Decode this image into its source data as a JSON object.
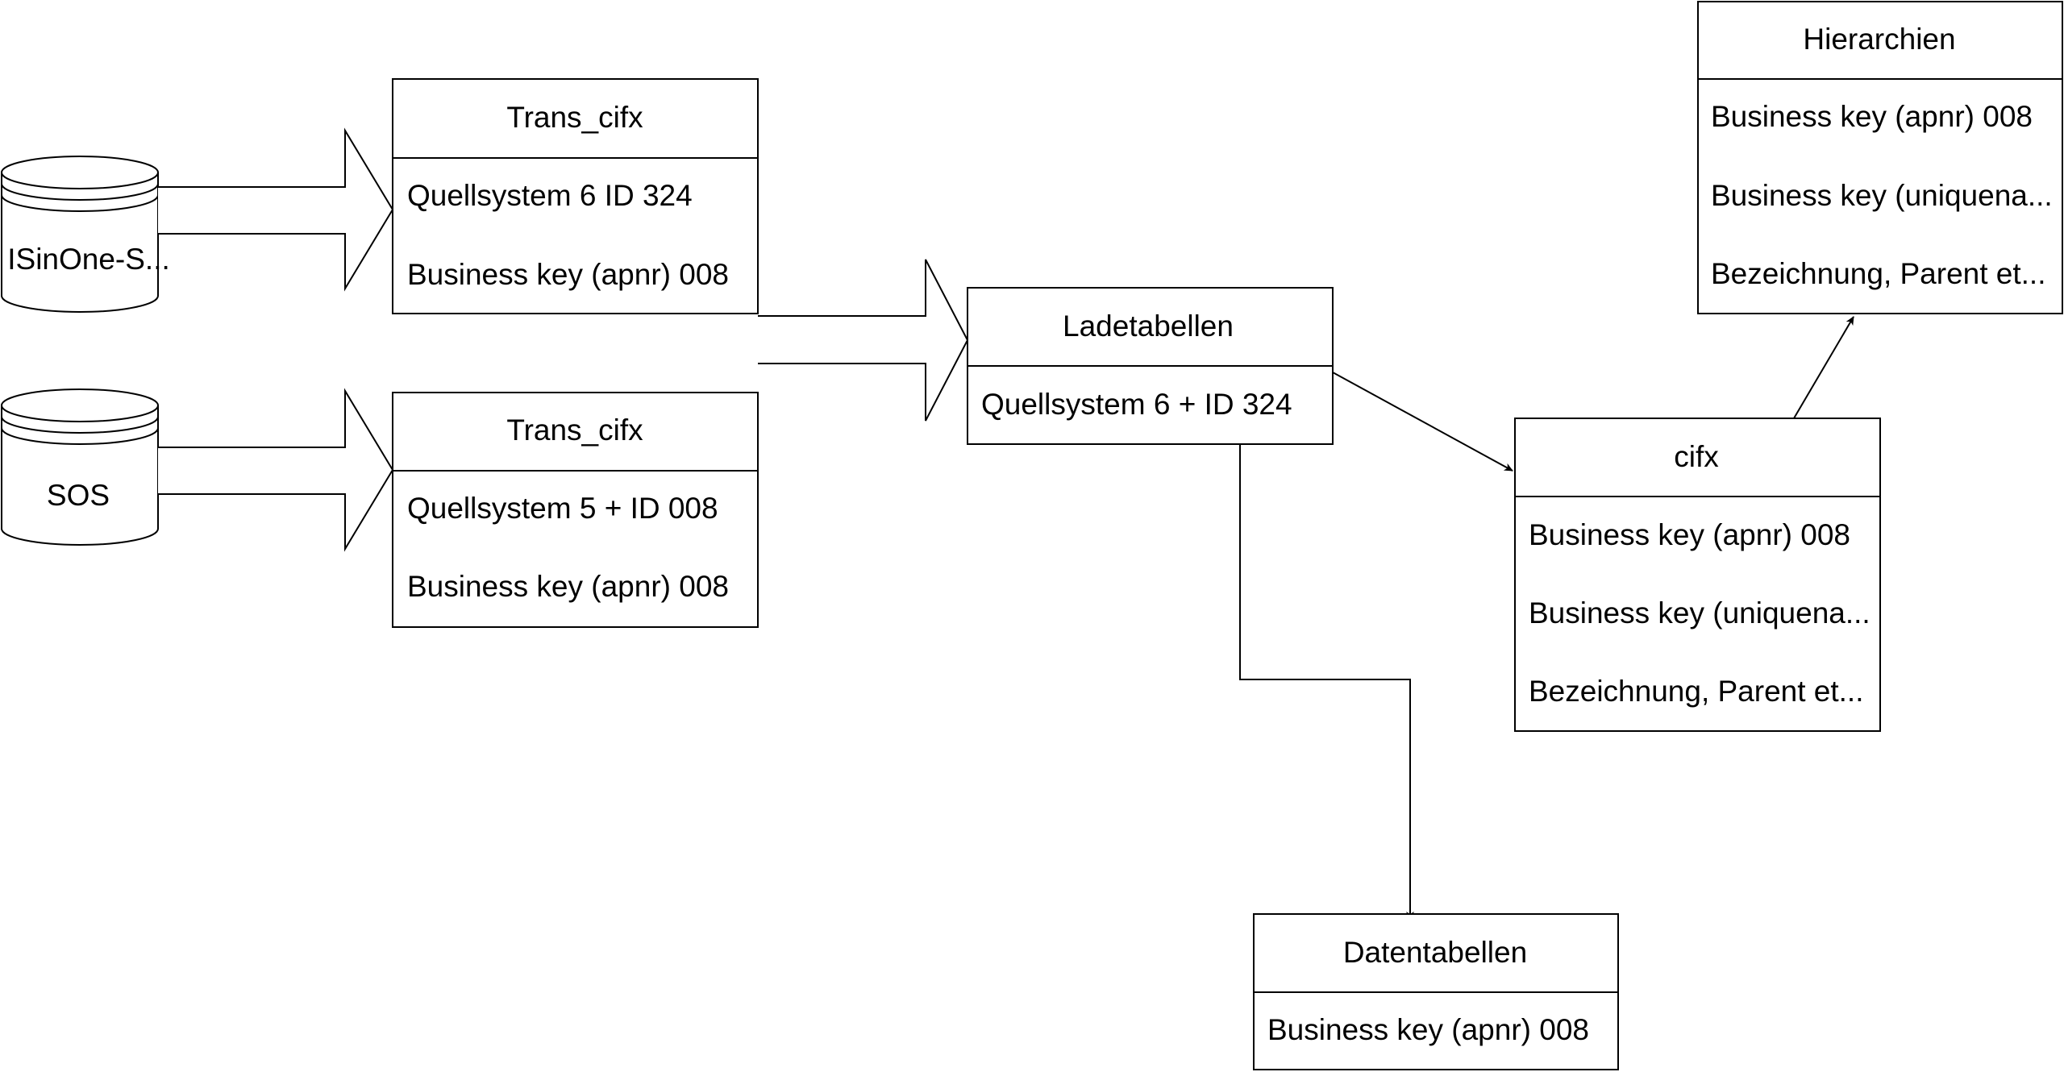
{
  "colors": {
    "stroke": "#000000",
    "fill": "#ffffff",
    "text": "#000000"
  },
  "databases": {
    "isinone": {
      "label": "ISinOne-S..."
    },
    "sos": {
      "label": "SOS"
    }
  },
  "tables": {
    "trans_cifx_1": {
      "title": "Trans_cifx",
      "rows": [
        "Quellsystem 6 ID 324",
        "Business key (apnr) 008"
      ]
    },
    "trans_cifx_2": {
      "title": "Trans_cifx",
      "rows": [
        "Quellsystem 5 + ID 008",
        "Business key (apnr) 008"
      ]
    },
    "ladetabellen": {
      "title": "Ladetabellen",
      "rows": [
        "Quellsystem 6 + ID 324"
      ]
    },
    "cifx": {
      "title": "cifx",
      "rows": [
        "Business key (apnr) 008",
        "Business key (uniquena...",
        "Bezeichnung, Parent et..."
      ]
    },
    "hierarchien": {
      "title": "Hierarchien",
      "rows": [
        "Business key (apnr) 008",
        "Business key (uniquena...",
        "Bezeichnung, Parent et..."
      ]
    },
    "datentabellen": {
      "title": "Datentabellen",
      "rows": [
        "Business key (apnr) 008"
      ]
    }
  }
}
